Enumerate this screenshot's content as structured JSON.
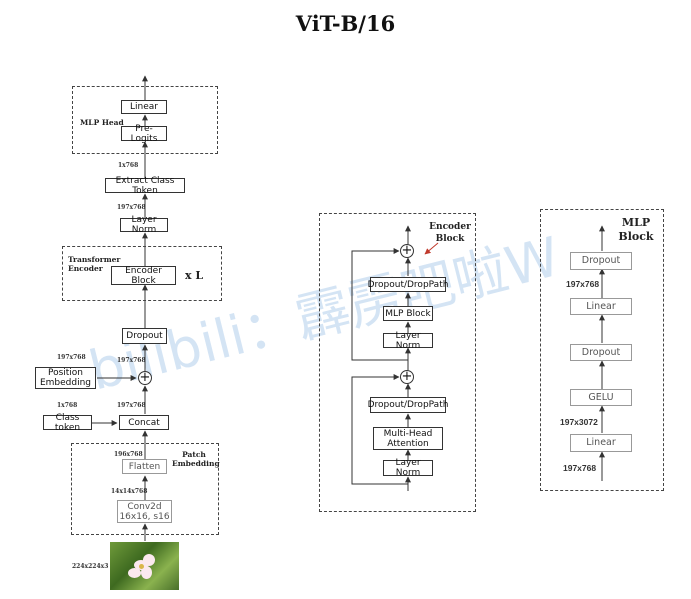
{
  "title": "ViT-B/16",
  "watermark": "bilibili：霹雳吧啦W",
  "left": {
    "mlp_head": {
      "label": "MLP Head",
      "linear": "Linear",
      "pre_logits": "Pre-Logits"
    },
    "dim_1x768": "1x768",
    "extract": "Extract Class Token",
    "dim_197a": "197x768",
    "layer_norm": "Layer Norm",
    "transformer": {
      "label": "Transformer Encoder",
      "block": "Encoder Block",
      "repeat": "x L"
    },
    "dropout": "Dropout",
    "dim_pos_left": "197x768",
    "dim_pos_right": "197x768",
    "position_embedding": "Position Embedding",
    "dim_cls_left": "1x768",
    "dim_cls_right": "197x768",
    "class_token": "Class token",
    "concat": "Concat",
    "patch": {
      "label": "Patch Embedding",
      "flatten": "Flatten",
      "conv": "Conv2d 16x16, s16",
      "dim_flatten": "196x768",
      "dim_conv": "14x14x768"
    },
    "dim_input": "224x224x3"
  },
  "encoder_block": {
    "label": "Encoder Block",
    "dropout_top": "Dropout/DropPath",
    "mlp_block": "MLP Block",
    "layer_norm_top": "Layer Norm",
    "dropout_bottom": "Dropout/DropPath",
    "mha": "Multi-Head Attention",
    "layer_norm_bottom": "Layer Norm"
  },
  "mlp_block": {
    "label": "MLP Block",
    "dropout_top": "Dropout",
    "linear_top": "Linear",
    "dropout_mid": "Dropout",
    "gelu": "GELU",
    "linear_bottom": "Linear",
    "dim_top": "197x768",
    "dim_mid": "197x3072",
    "dim_bottom": "197x768"
  },
  "colors": {
    "line": "#333333",
    "gray_box": "#999999",
    "watermark": "#9fc3e6",
    "annotation_arrow": "#c0392b"
  }
}
